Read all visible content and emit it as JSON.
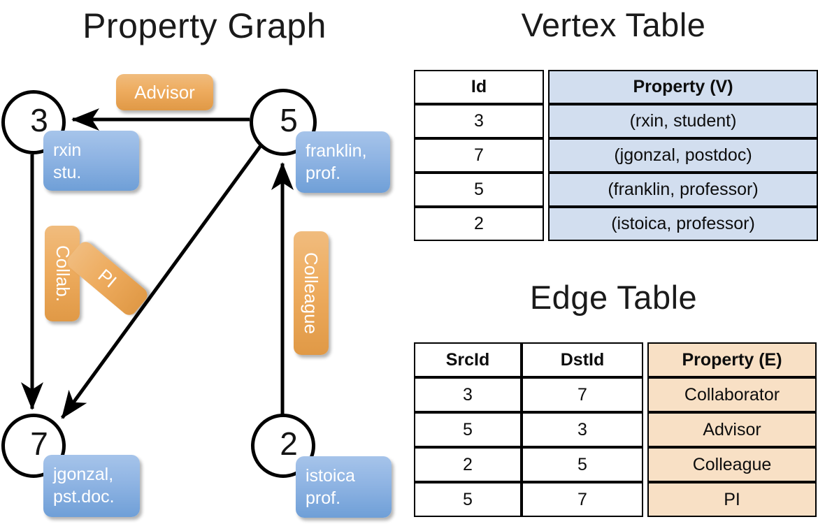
{
  "titles": {
    "property_graph": "Property Graph",
    "vertex_table": "Vertex Table",
    "edge_table": "Edge Table"
  },
  "colors": {
    "vertex_property_fill": "#d2deef",
    "edge_property_fill": "#f8e0c5",
    "node_property_box": "#8fb4e3",
    "edge_label_box": "#eeac5f",
    "stroke": "#000000"
  },
  "graph": {
    "nodes": [
      {
        "id": "3",
        "property_line1": "rxin",
        "property_line2": "stu."
      },
      {
        "id": "5",
        "property_line1": "franklin,",
        "property_line2": "prof."
      },
      {
        "id": "7",
        "property_line1": "jgonzal,",
        "property_line2": "pst.doc."
      },
      {
        "id": "2",
        "property_line1": "istoica",
        "property_line2": "prof."
      }
    ],
    "edge_labels": [
      {
        "name": "advisor",
        "label": "Advisor",
        "orientation": "horizontal"
      },
      {
        "name": "collab",
        "label": "Collab.",
        "orientation": "vertical"
      },
      {
        "name": "pi",
        "label": "PI",
        "orientation": "diagonal"
      },
      {
        "name": "colleague",
        "label": "Colleague",
        "orientation": "vertical"
      }
    ]
  },
  "vertex_table": {
    "headers": [
      "Id",
      "Property (V)"
    ],
    "rows": [
      [
        "3",
        "(rxin, student)"
      ],
      [
        "7",
        "(jgonzal, postdoc)"
      ],
      [
        "5",
        "(franklin, professor)"
      ],
      [
        "2",
        "(istoica, professor)"
      ]
    ]
  },
  "edge_table": {
    "headers": [
      "SrcId",
      "DstId",
      "Property (E)"
    ],
    "rows": [
      [
        "3",
        "7",
        "Collaborator"
      ],
      [
        "5",
        "3",
        "Advisor"
      ],
      [
        "2",
        "5",
        "Colleague"
      ],
      [
        "5",
        "7",
        "PI"
      ]
    ]
  }
}
